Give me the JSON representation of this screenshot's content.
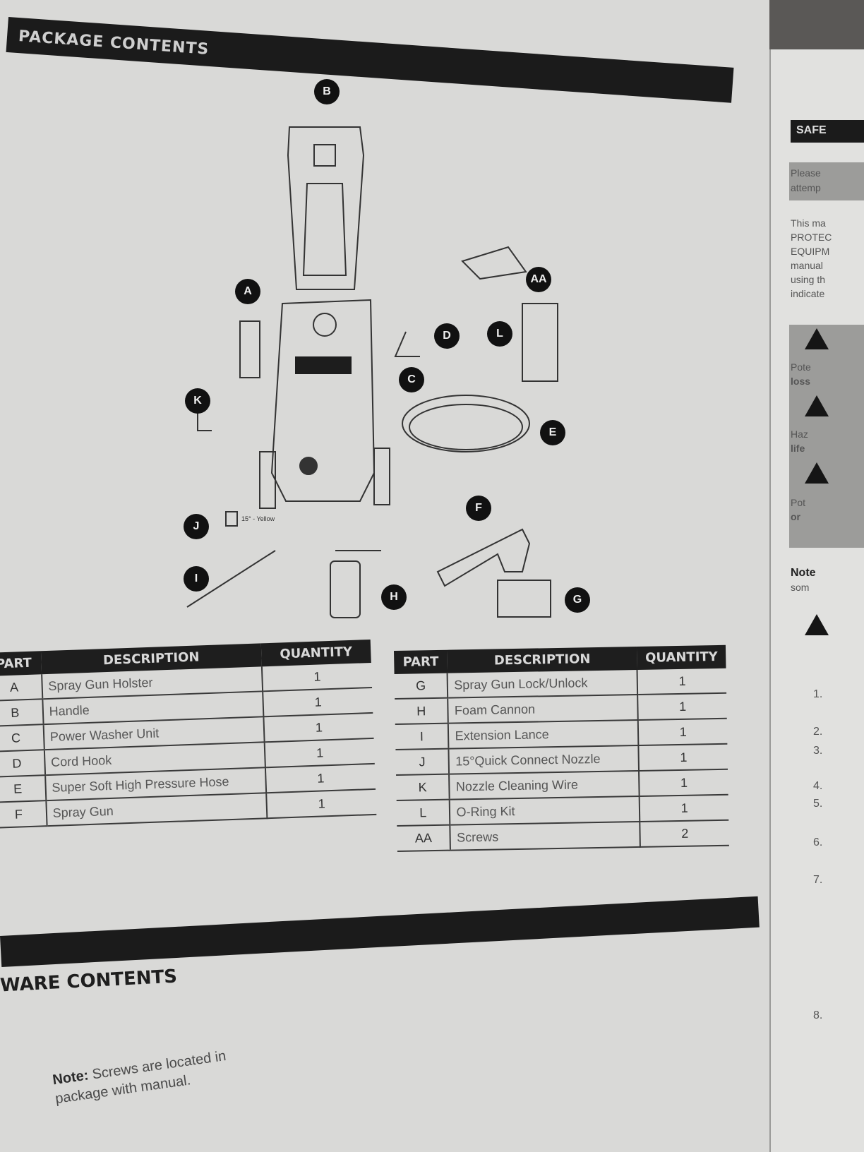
{
  "header": {
    "title": "PACKAGE CONTENTS"
  },
  "callouts": [
    "A",
    "B",
    "C",
    "D",
    "E",
    "F",
    "G",
    "H",
    "I",
    "J",
    "K",
    "L",
    "AA"
  ],
  "nozzle_label": "15° - Yellow",
  "tables": {
    "left": {
      "headers": [
        "PART",
        "DESCRIPTION",
        "QUANTITY"
      ],
      "rows": [
        {
          "part": "A",
          "desc": "Spray Gun Holster",
          "qty": "1"
        },
        {
          "part": "B",
          "desc": "Handle",
          "qty": "1"
        },
        {
          "part": "C",
          "desc": "Power Washer Unit",
          "qty": "1"
        },
        {
          "part": "D",
          "desc": "Cord Hook",
          "qty": "1"
        },
        {
          "part": "E",
          "desc": "Super Soft High Pressure Hose",
          "qty": "1"
        },
        {
          "part": "F",
          "desc": "Spray Gun",
          "qty": "1"
        }
      ]
    },
    "right": {
      "headers": [
        "PART",
        "DESCRIPTION",
        "QUANTITY"
      ],
      "rows": [
        {
          "part": "G",
          "desc": "Spray Gun Lock/Unlock",
          "qty": "1"
        },
        {
          "part": "H",
          "desc": "Foam Cannon",
          "qty": "1"
        },
        {
          "part": "I",
          "desc": "Extension Lance",
          "qty": "1"
        },
        {
          "part": "J",
          "desc": "15°Quick Connect Nozzle",
          "qty": "1"
        },
        {
          "part": "K",
          "desc": "Nozzle Cleaning Wire",
          "qty": "1"
        },
        {
          "part": "L",
          "desc": "O-Ring Kit",
          "qty": "1"
        },
        {
          "part": "AA",
          "desc": "Screws",
          "qty": "2"
        }
      ]
    }
  },
  "hardware": {
    "title": "WARE CONTENTS",
    "note_label": "Note:",
    "note_text": "Screws are located in package with manual."
  },
  "side_page": {
    "banner": "SAFE",
    "text1": "Please",
    "text2": "attemp",
    "text3": "This ma",
    "text4": "PROTEC",
    "text5": "EQUIPM",
    "text6": "manual",
    "text7": "using th",
    "text8": "indicate",
    "warn1": "Pote",
    "warn1b": "loss",
    "warn2": "Haz",
    "warn2b": "life",
    "warn3": "Pot",
    "warn3b": "or",
    "note_title": "Note",
    "note_text": "som",
    "numbers": [
      "1.",
      "2.",
      "3.",
      "4.",
      "5.",
      "6.",
      "7.",
      "8."
    ]
  }
}
